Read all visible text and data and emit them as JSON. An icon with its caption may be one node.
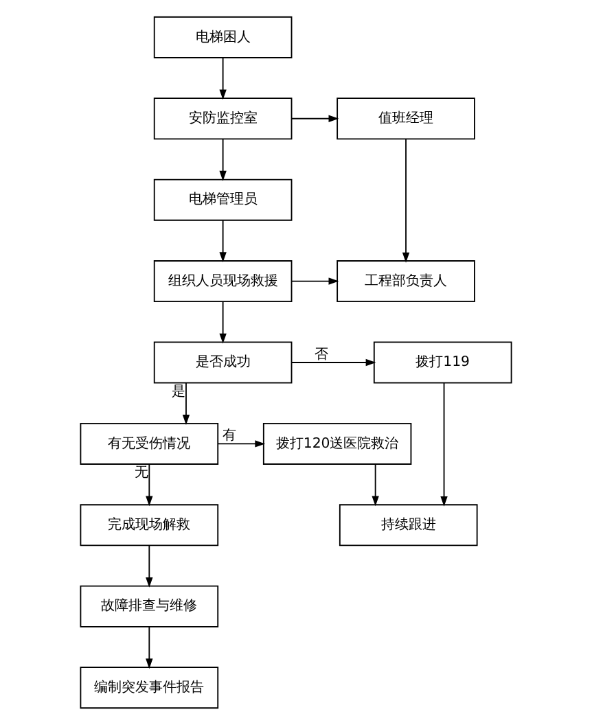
{
  "diagram": {
    "nodes": [
      {
        "text": [
          "电梯困人"
        ]
      },
      {
        "text": [
          "安防监控室"
        ]
      },
      {
        "text": [
          "值班经理"
        ]
      },
      {
        "text": [
          "电梯管理员"
        ]
      },
      {
        "text": [
          "组织人员现场救援"
        ]
      },
      {
        "text": [
          "工程部负责人"
        ]
      },
      {
        "text": [
          "拨打119"
        ]
      },
      {
        "text": [
          "是否成功"
        ]
      },
      {
        "text": [
          "拨打120送医院救治"
        ]
      },
      {
        "text": [
          "有无受伤情况"
        ]
      },
      {
        "text": [
          "持续跟进"
        ]
      },
      {
        "text": [
          "完成现场解救"
        ]
      },
      {
        "text": [
          "故障排查与维修"
        ]
      },
      {
        "text": [
          "编制突发事件报告"
        ]
      }
    ],
    "edges": [
      {
        "from": 0,
        "to": 1,
        "arrow": "to"
      },
      {
        "from": 1,
        "to": 2,
        "arrow": "to"
      },
      {
        "from": 1,
        "to": 3,
        "arrow": "to"
      },
      {
        "from": 2,
        "to": 5,
        "arrow": "to"
      },
      {
        "from": 3,
        "to": 4,
        "arrow": "to"
      },
      {
        "from": 4,
        "to": 5,
        "arrow": "to"
      },
      {
        "from": 4,
        "to": 7,
        "arrow": "to"
      },
      {
        "from": 7,
        "to": 6,
        "label": "否",
        "arrow": "to"
      },
      {
        "from": 7,
        "to": 9,
        "label": "是",
        "arrow": "to"
      },
      {
        "from": 9,
        "to": 8,
        "label": "有",
        "arrow": "to"
      },
      {
        "from": 9,
        "to": 11,
        "label": "无",
        "arrow": "to"
      },
      {
        "from": 8,
        "to": 10,
        "arrow": "to"
      },
      {
        "from": 6,
        "to": 10,
        "arrow": "to"
      },
      {
        "from": 11,
        "to": 12,
        "arrow": "to"
      },
      {
        "from": 12,
        "to": 13,
        "arrow": "to"
      }
    ]
  }
}
